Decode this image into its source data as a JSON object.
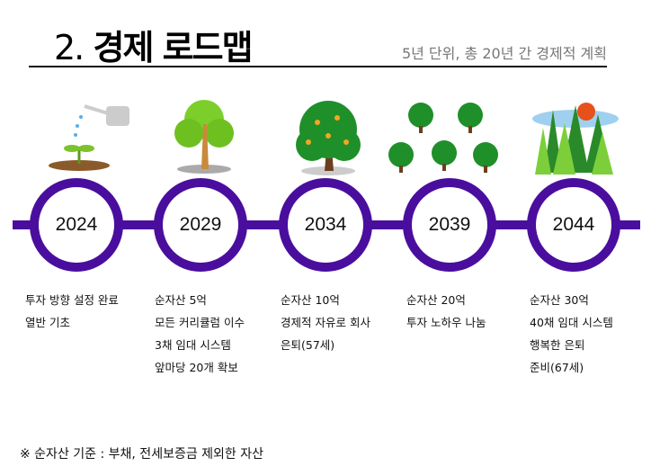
{
  "header": {
    "title_num": "2.",
    "title": "경제 로드맵",
    "subtitle": "5년 단위, 총 20년 간 경제적 계획"
  },
  "timeline": [
    {
      "year": "2024",
      "icon": "sprout-watering-icon",
      "lines": [
        "투자 방향 설정 완료",
        "열반 기초"
      ]
    },
    {
      "year": "2029",
      "icon": "young-tree-icon",
      "lines": [
        "순자산 5억",
        "모든 커리큘럼 이수",
        "3채 임대 시스템",
        "앞마당 20개 확보"
      ]
    },
    {
      "year": "2034",
      "icon": "fruit-tree-icon",
      "lines": [
        "순자산 10억",
        "경제적 자유로 회사",
        "은퇴(57세)"
      ]
    },
    {
      "year": "2039",
      "icon": "orchard-icon",
      "lines": [
        "순자산 20억",
        "투자 노하우 나눔"
      ]
    },
    {
      "year": "2044",
      "icon": "forest-icon",
      "lines": [
        "순자산 30억",
        "40채 임대 시스템",
        "행복한 은퇴",
        "준비(67세)"
      ]
    }
  ],
  "footer": "※ 순자산 기준 : 부채, 전세보증금 제외한 자산",
  "colors": {
    "accent": "#4a0e9e"
  }
}
